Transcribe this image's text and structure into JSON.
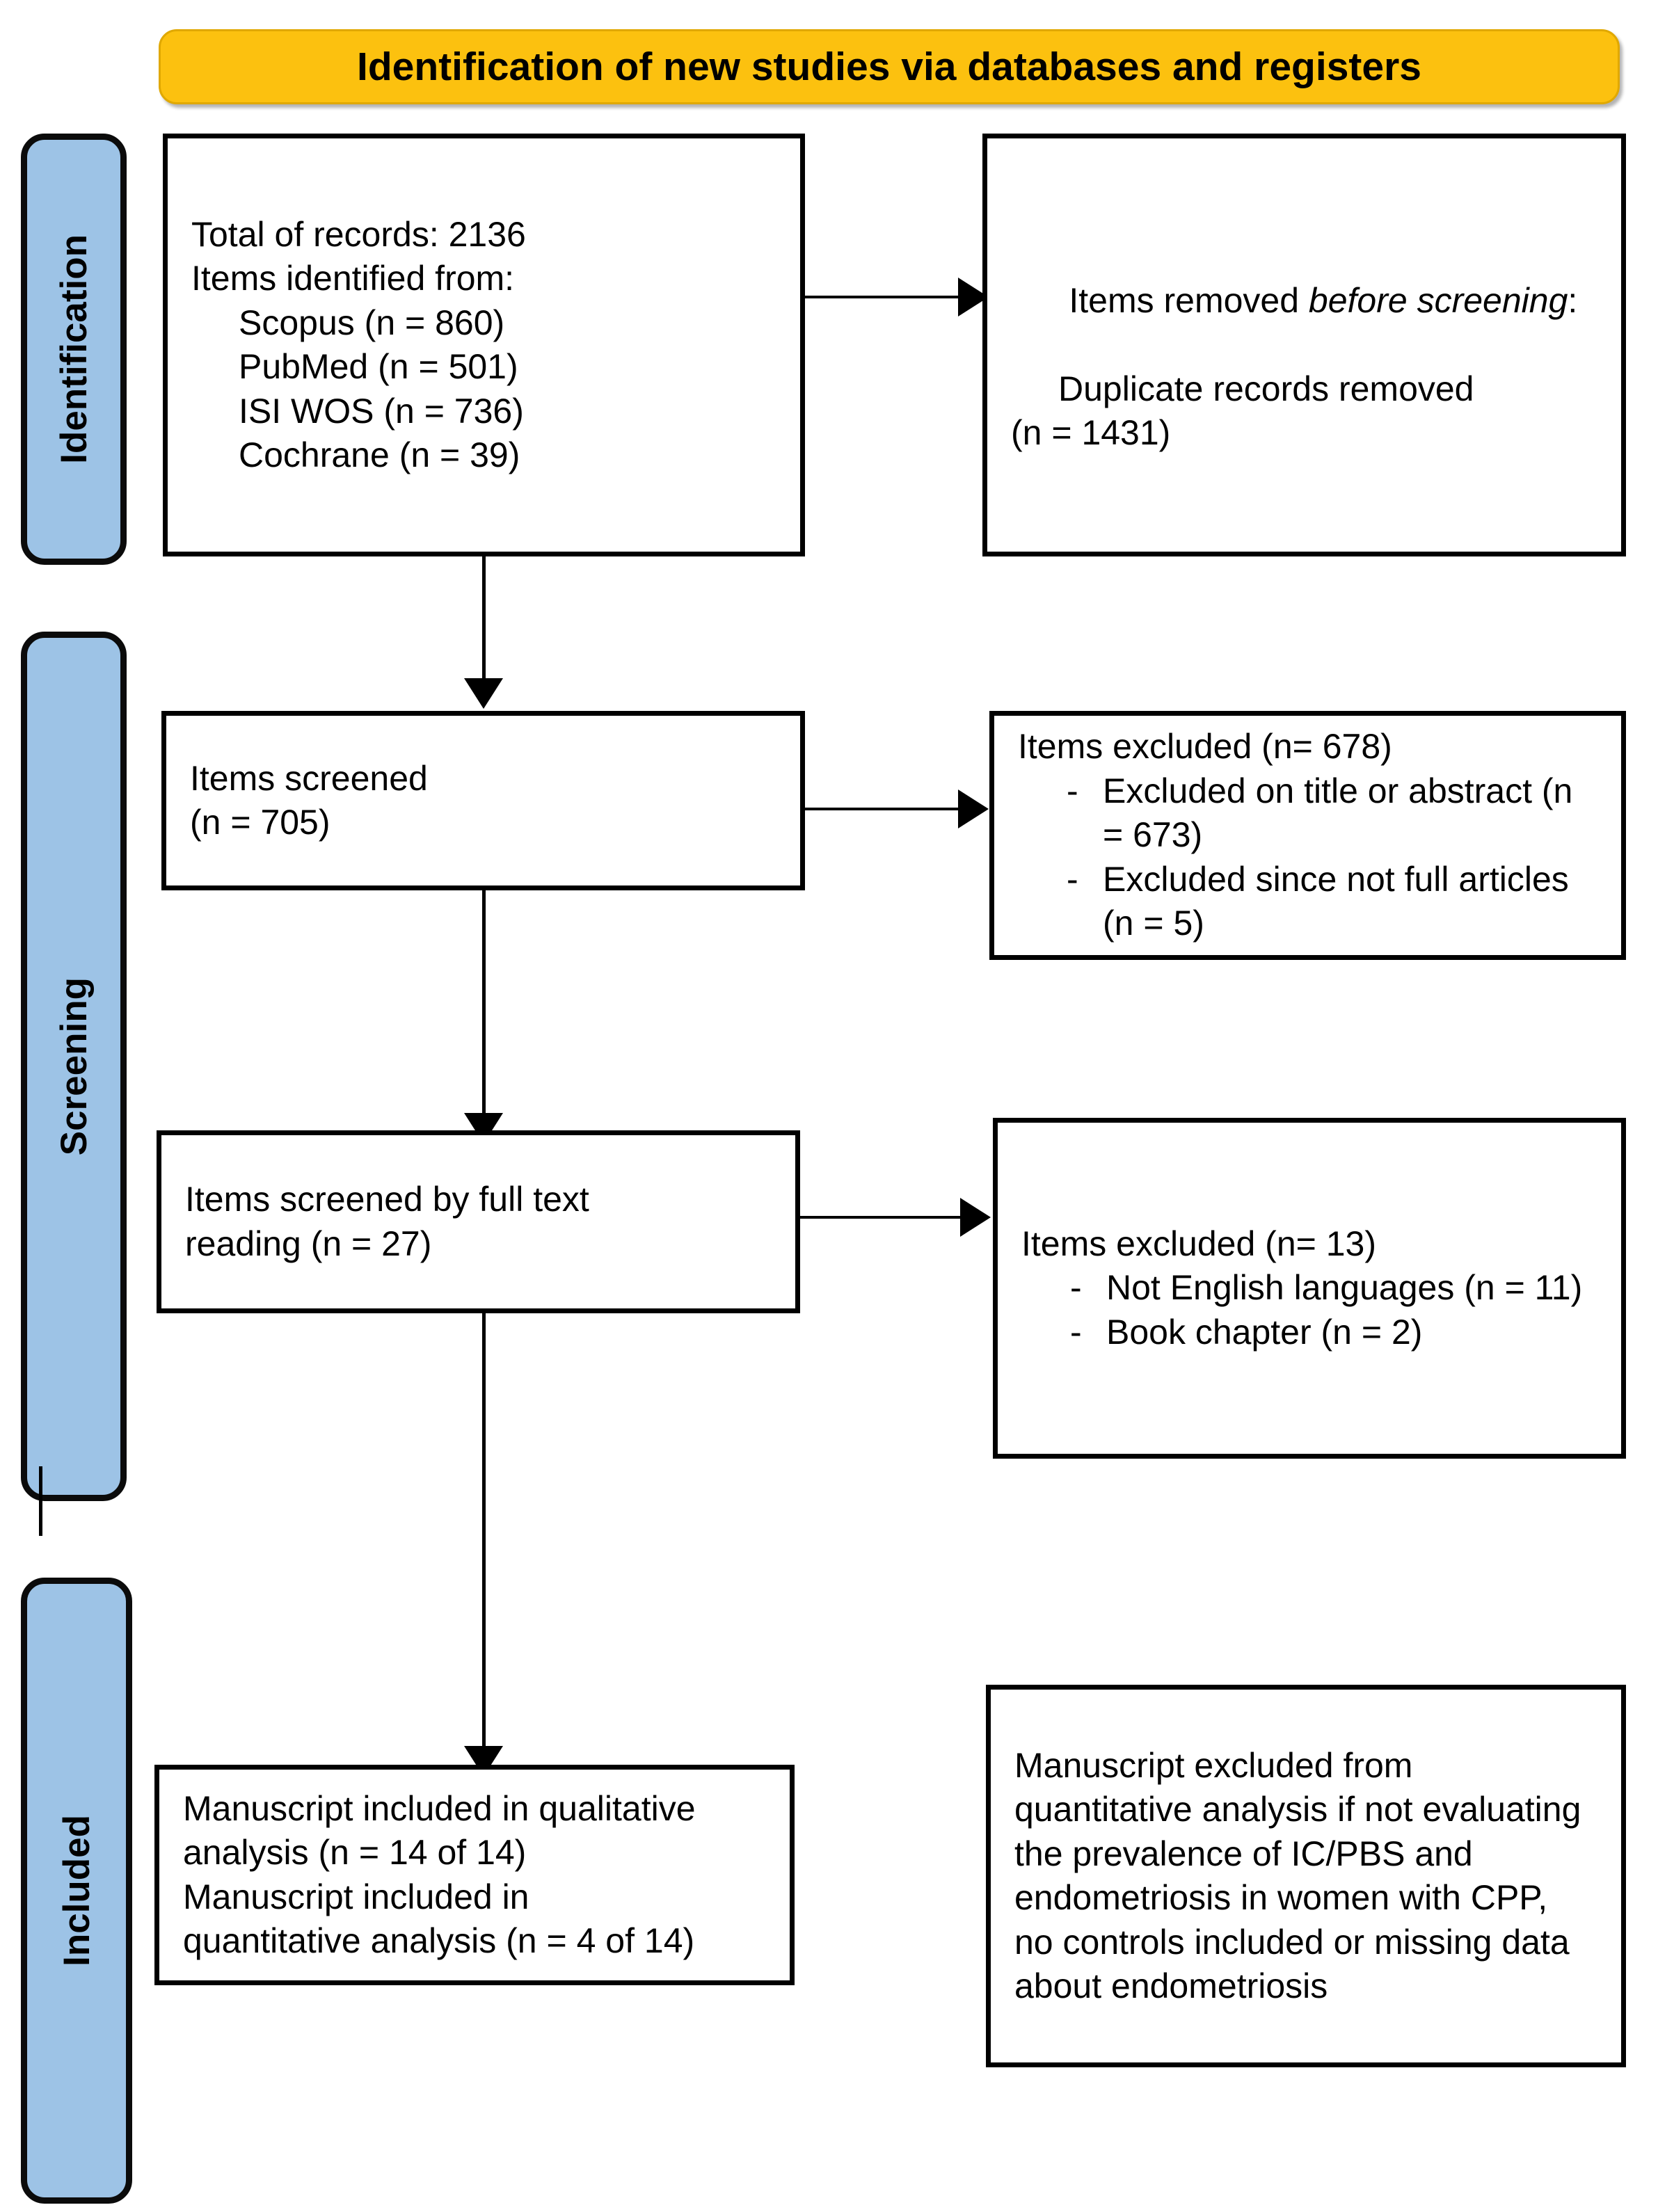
{
  "diagram": {
    "type": "prisma-flow-diagram",
    "banner": {
      "title": "Identification of new studies via databases and registers",
      "color": "#FCC10F"
    },
    "phases": [
      {
        "id": "identification",
        "label": "Identification",
        "color": "#9DC3E6"
      },
      {
        "id": "screening",
        "label": "Screening",
        "color": "#9DC3E6"
      },
      {
        "id": "included",
        "label": "Included",
        "color": "#9DC3E6"
      }
    ],
    "nodes": {
      "records_identified": {
        "lines": [
          "Total of records: 2136",
          "Items identified from:"
        ],
        "sources": [
          "Scopus (n = 860)",
          "PubMed (n = 501)",
          "ISI WOS (n = 736)",
          "Cochrane (n = 39)"
        ]
      },
      "records_removed": {
        "line_prefix": "Items removed ",
        "line_italic": "before screening",
        "line_suffix": ":",
        "detail_1": "Duplicate records removed",
        "detail_2": "(n = 1431)"
      },
      "items_screened": {
        "line_1": "Items screened",
        "line_2": "(n = 705)"
      },
      "items_excluded_screening": {
        "header": "Items excluded (n= 678)",
        "bullets": [
          {
            "marker": "-",
            "text": "Excluded on title or abstract (n = 673)"
          },
          {
            "marker": "-",
            "text": "Excluded since not full articles (n = 5)"
          }
        ]
      },
      "items_fulltext": {
        "line_1": "Items screened by full text",
        "line_2": "reading (n = 27)"
      },
      "items_excluded_fulltext": {
        "header": "Items excluded (n= 13)",
        "bullets": [
          {
            "marker": "-",
            "text": "Not English languages (n = 11)"
          },
          {
            "marker": "-",
            "text": "Book chapter  (n = 2)"
          }
        ]
      },
      "manuscripts_included": {
        "line_1": "Manuscript included in qualitative",
        "line_2": "analysis (n = 14 of 14)",
        "line_3": "Manuscript included in",
        "line_4": "quantitative analysis (n = 4 of 14)"
      },
      "manuscripts_excluded": {
        "text": "Manuscript excluded from quantitative analysis if not evaluating the prevalence of IC/PBS and endometriosis in women with CPP,  no controls included or missing data about endometriosis"
      }
    }
  },
  "chart_data": {
    "type": "table",
    "title": "Identification of new studies via databases and registers",
    "categories": [
      "Total of records",
      "Scopus",
      "PubMed",
      "ISI WOS",
      "Cochrane",
      "Duplicate records removed",
      "Items screened",
      "Items excluded (screening)",
      "Excluded on title or abstract",
      "Excluded since not full articles",
      "Items screened by full text reading",
      "Items excluded (full text)",
      "Not English languages",
      "Book chapter",
      "Manuscript included in qualitative analysis",
      "Manuscript included in quantitative analysis"
    ],
    "values": [
      2136,
      860,
      501,
      736,
      39,
      1431,
      705,
      678,
      673,
      5,
      27,
      13,
      11,
      2,
      14,
      4
    ],
    "xlabel": "",
    "ylabel": "n"
  }
}
